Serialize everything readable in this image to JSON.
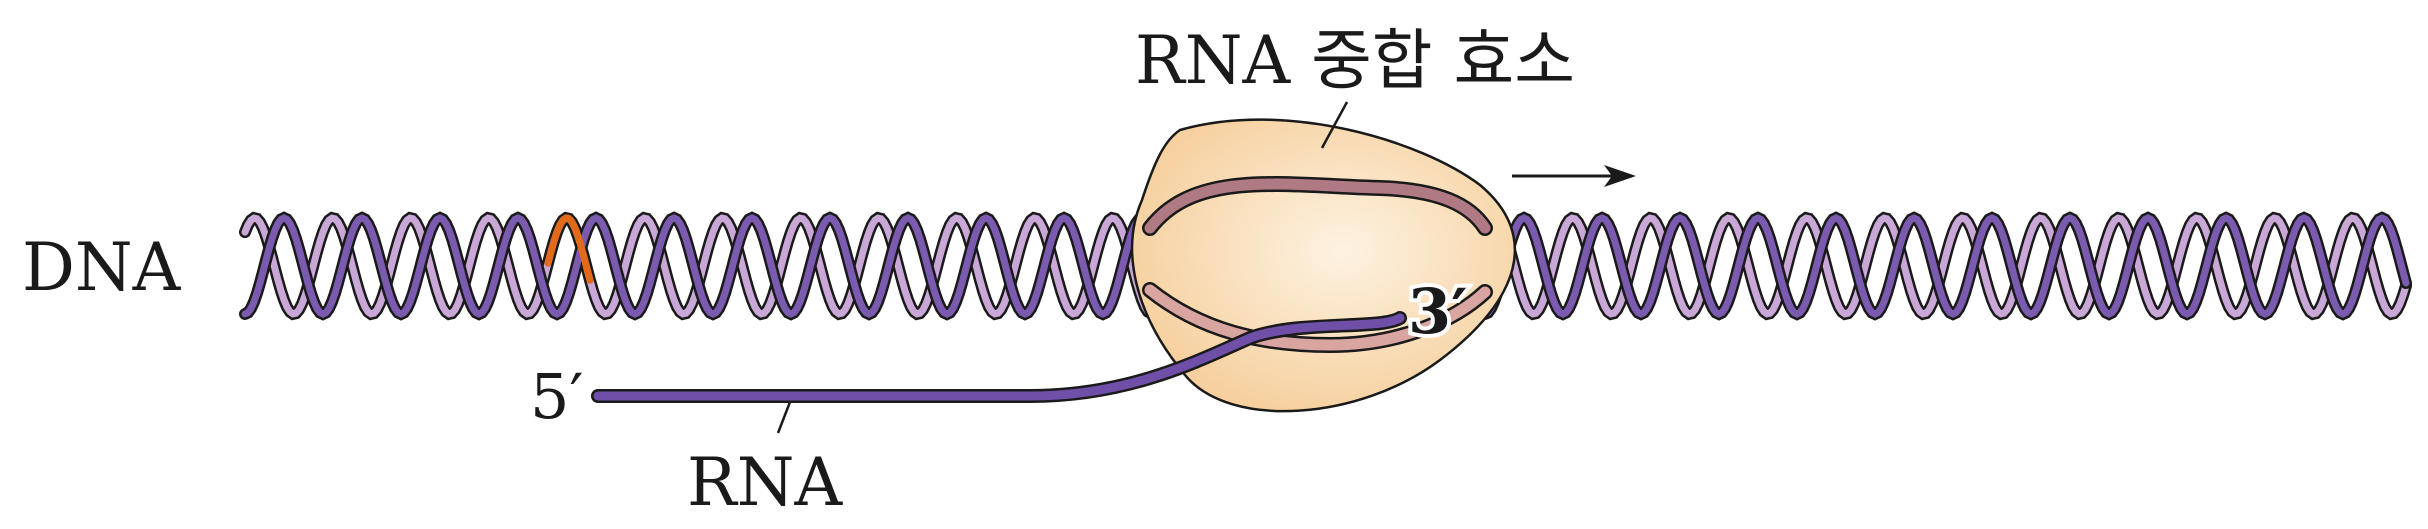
{
  "labels": {
    "dna": "DNA",
    "polymerase": "RNA 중합 효소",
    "rna": "RNA",
    "five_prime": "5′",
    "three_prime": "3′"
  },
  "colors": {
    "strand_dark": "#7b5bb0",
    "strand_light": "#c9a7d6",
    "strand_highlight": "#e36a1a",
    "enzyme_fill": "#f8d6a8",
    "enzyme_center": "#fdf2e1",
    "open_strand": "#b07a85",
    "rna_strand": "#6f4fa8"
  },
  "icons": {
    "direction_arrow": "right-arrow-icon"
  }
}
